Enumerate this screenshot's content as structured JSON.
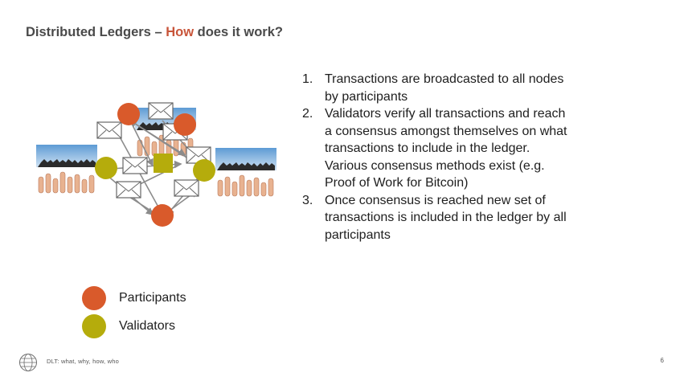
{
  "slide": {
    "title_pre": "Distributed Ledgers – ",
    "title_highlight": "How",
    "title_post": " does it work?"
  },
  "steps": [
    {
      "num": "1.",
      "text": "Transactions are broadcasted to all nodes by participants"
    },
    {
      "num": "2.",
      "text": "Validators verify all transactions and reach a consensus amongst themselves on what transactions to include in the ledger. Various consensus methods exist (e.g. Proof of Work for Bitcoin)"
    },
    {
      "num": "3.",
      "text": "Once consensus is reached new set of transactions is included in the ledger by all participants"
    }
  ],
  "legend": [
    {
      "label": "Participants",
      "color": "#d95a2b"
    },
    {
      "label": "Validators",
      "color": "#b5ac0c"
    }
  ],
  "footer": {
    "text": "DLT: what, why, how, who",
    "page": "6",
    "logo_icon": "globe-logo-icon"
  },
  "colors": {
    "accent": "#c8553a",
    "participant": "#d95a2b",
    "validator": "#b5ac0c",
    "edge": "#8c8c8c"
  }
}
